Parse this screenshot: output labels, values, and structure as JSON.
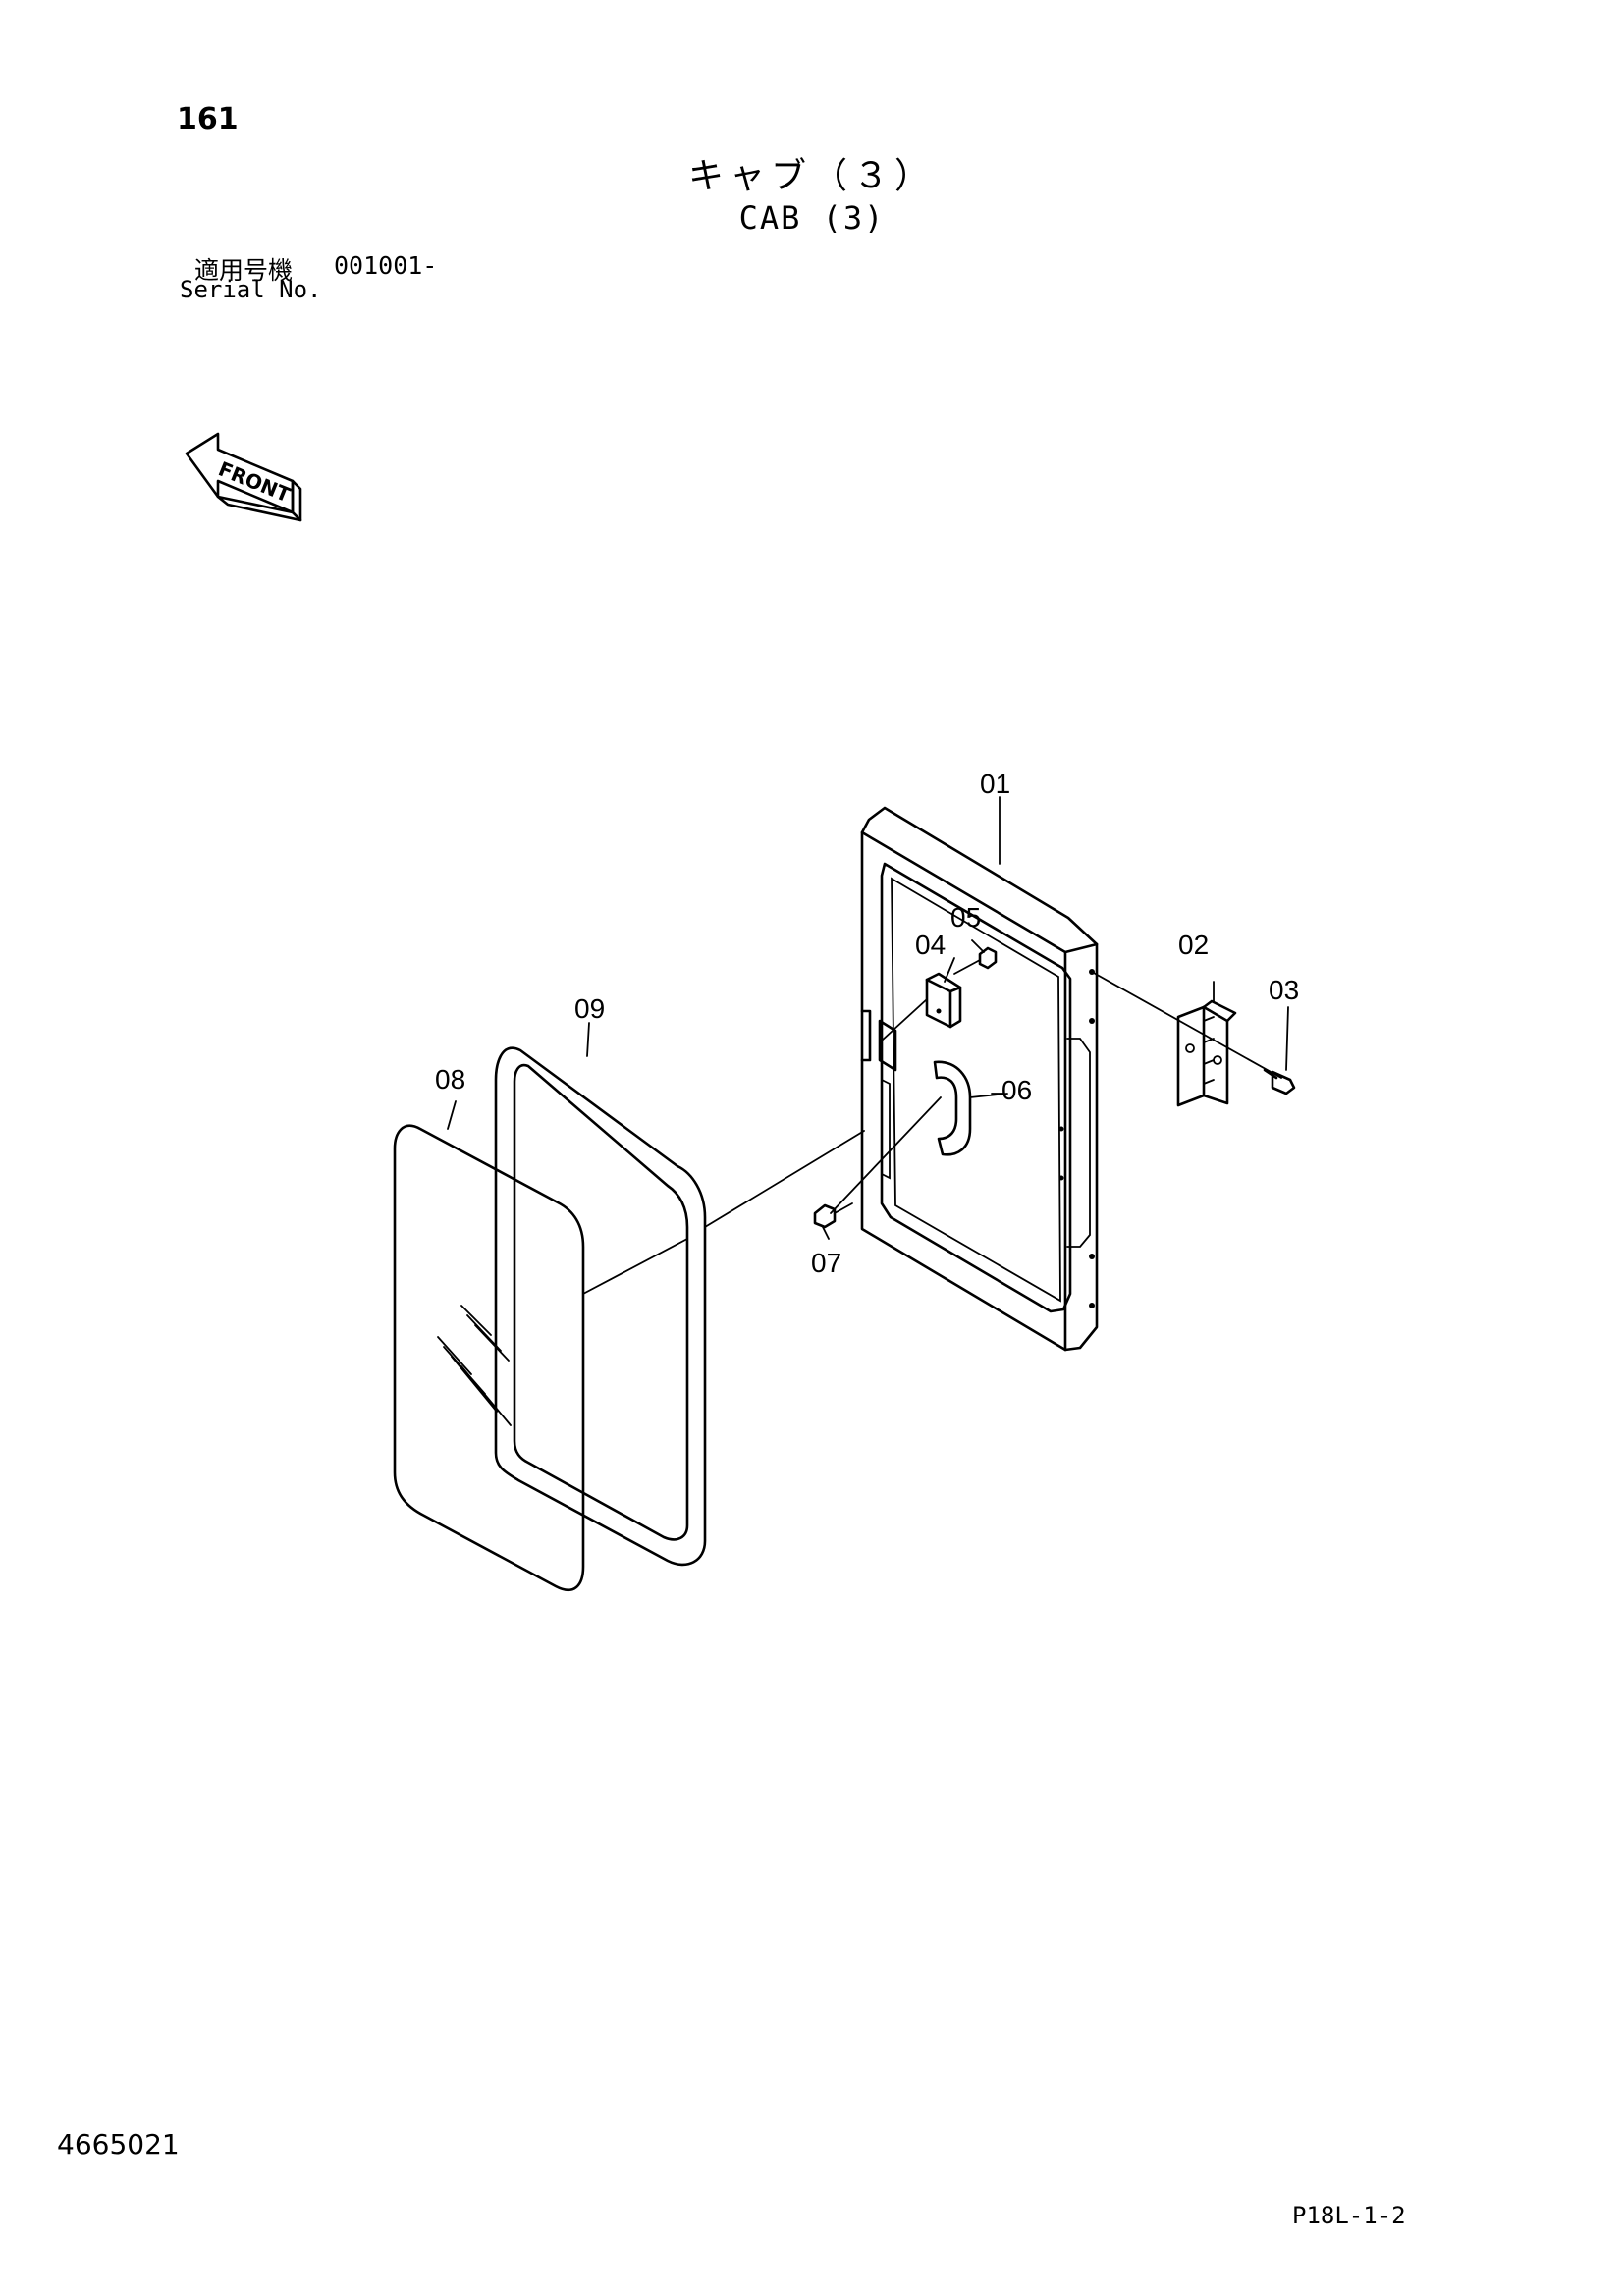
{
  "header": {
    "page_number": "161",
    "title_jp": "キャブ（３）",
    "title_en": "CAB (3)",
    "serial_label_jp": "適用号機",
    "serial_value": "001001-",
    "serial_label_en": "Serial No."
  },
  "front_indicator": {
    "label": "FRONT",
    "icon": "front-arrow-icon"
  },
  "diagram": {
    "callouts": [
      {
        "id": "01",
        "part": "door-frame"
      },
      {
        "id": "02",
        "part": "hinge"
      },
      {
        "id": "03",
        "part": "hinge-bolt"
      },
      {
        "id": "04",
        "part": "latch"
      },
      {
        "id": "05",
        "part": "latch-bolt"
      },
      {
        "id": "06",
        "part": "handle"
      },
      {
        "id": "07",
        "part": "handle-bolt"
      },
      {
        "id": "08",
        "part": "glass"
      },
      {
        "id": "09",
        "part": "weatherstrip"
      }
    ]
  },
  "footer": {
    "document_number": "4665021",
    "page_code": "P18L-1-2"
  }
}
